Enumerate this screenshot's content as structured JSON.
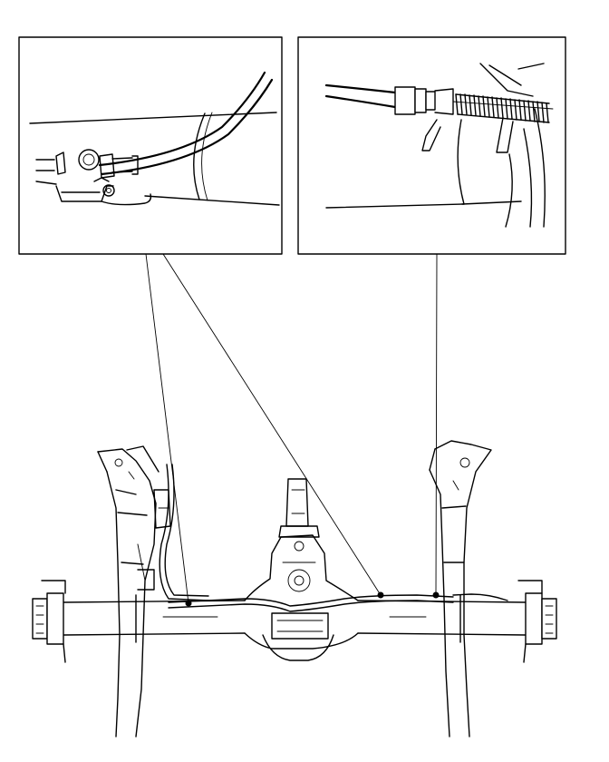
{
  "figure": {
    "ink_color": "#000000",
    "paper_color": "#ffffff",
    "detail_views": [
      "cable-to-axle-bracket-detail",
      "cable-to-spring-end-detail"
    ],
    "callout_points": 3
  }
}
